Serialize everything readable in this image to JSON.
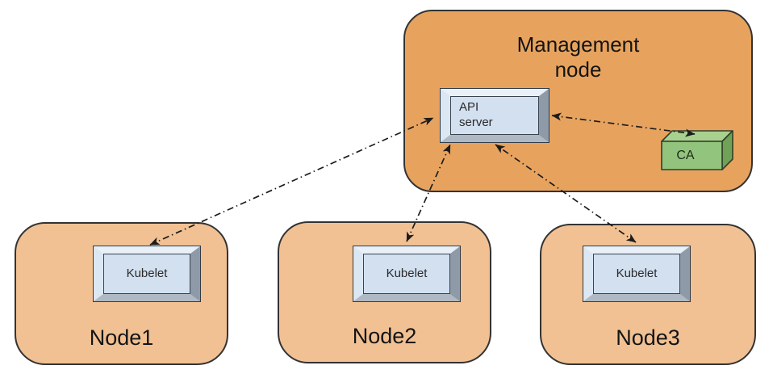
{
  "management_node": {
    "label": "Management node",
    "api_server_label": "API server",
    "ca_label": "CA"
  },
  "nodes": [
    {
      "label": "Node1",
      "component_label": "Kubelet"
    },
    {
      "label": "Node2",
      "component_label": "Kubelet"
    },
    {
      "label": "Node3",
      "component_label": "Kubelet"
    }
  ],
  "connections": [
    {
      "from": "API server",
      "to": "Kubelet (Node1)",
      "style": "dash-dot",
      "bidirectional": true
    },
    {
      "from": "API server",
      "to": "Kubelet (Node2)",
      "style": "dash-dot",
      "bidirectional": true
    },
    {
      "from": "API server",
      "to": "Kubelet (Node3)",
      "style": "dash-dot",
      "bidirectional": true
    },
    {
      "from": "API server",
      "to": "CA",
      "style": "dash-dot",
      "bidirectional": true
    }
  ],
  "colors": {
    "management_fill": "#e7a35e",
    "node_fill": "#f1c193",
    "box_border": "#333333",
    "component_face": "#d2e0f0",
    "bevel_top": "#e9f0f8",
    "bevel_left": "#dbe7f3",
    "bevel_right": "#8f9aa8",
    "bevel_bottom": "#aeb9c4",
    "ca_front": "#93c47d",
    "ca_top": "#a8d18f",
    "ca_side": "#6fa257",
    "arrow": "#1c1c1c",
    "text": "#141414"
  }
}
